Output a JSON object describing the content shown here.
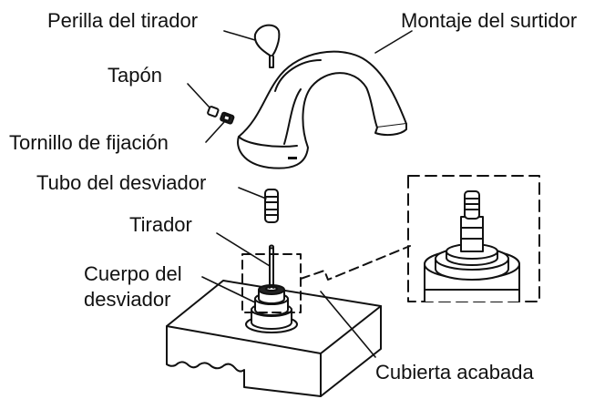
{
  "labels": {
    "handle_knob": "Perilla del tirador",
    "spout_assembly": "Montaje del surtidor",
    "plug": "Tapón",
    "set_screw": "Tornillo de fijación",
    "diverter_tube": "Tubo del desviador",
    "lift_rod": "Tirador",
    "diverter_body_line1": "Cuerpo del",
    "diverter_body_line2": "desviador",
    "finished_deck": "Cubierta acabada"
  },
  "colors": {
    "stroke": "#111111",
    "fill": "#ffffff"
  }
}
